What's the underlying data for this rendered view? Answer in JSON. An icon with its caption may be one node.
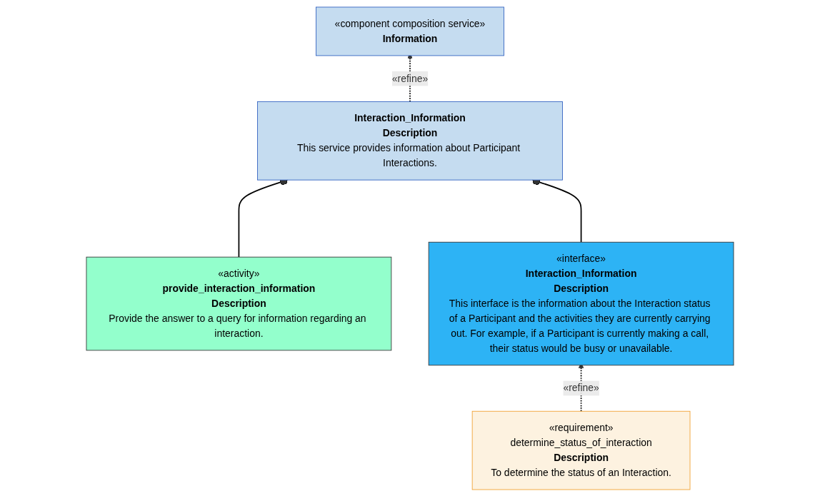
{
  "diagram": {
    "nodes": [
      {
        "text": [
          "«component composition service»",
          "Information"
        ]
      },
      {
        "text": [
          "Interaction_Information",
          "Description",
          "This service provides information about Participant Interactions."
        ]
      },
      {
        "text": [
          "«activity»",
          "provide_interaction_information",
          "Description",
          "Provide the answer to a query for information regarding an interaction."
        ]
      },
      {
        "text": [
          "«interface»",
          "Interaction_Information",
          "Description",
          "This interface is the information about the Interaction status of a Participant and the activities they are currently carrying out. For example, if a Participant is currently making a call, their status would be busy or unavailable."
        ]
      },
      {
        "text": [
          "«requirement»",
          "determine_status_of_interaction",
          "Description",
          "To determine the status of an Interaction."
        ]
      }
    ],
    "edges": [
      {
        "from": 1,
        "to": 0,
        "arrow": "to",
        "style": "dashed",
        "label": "«refine»"
      },
      {
        "from": 1,
        "to": 2,
        "arrow": "other"
      },
      {
        "from": 1,
        "to": 3,
        "arrow": "other"
      },
      {
        "from": 4,
        "to": 3,
        "arrow": "to",
        "style": "dashed",
        "label": "«refine»"
      }
    ]
  }
}
